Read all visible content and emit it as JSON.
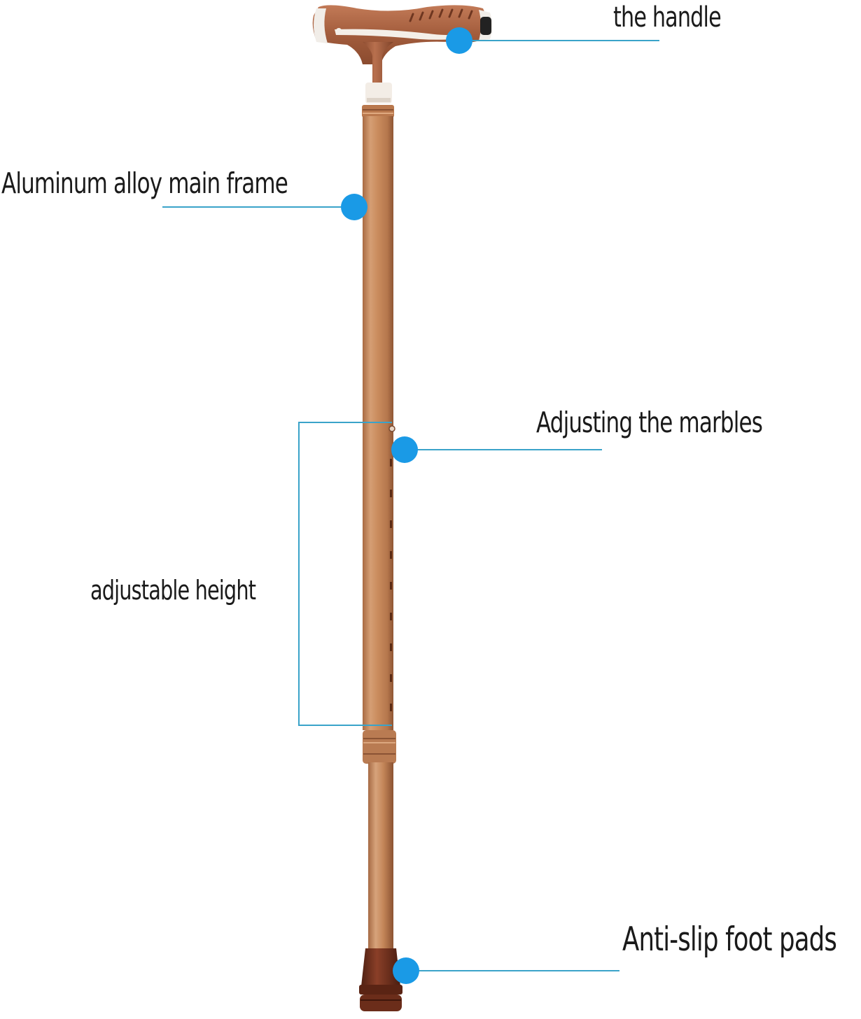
{
  "colors": {
    "callout_dot": "#1a9ae6",
    "callout_line": "#3aa3c9",
    "cane_shaft": "#c68a5c",
    "cane_handle": "#a5603f",
    "foot_pad": "#6a2e1e",
    "label_text": "#1a1a1a",
    "background": "#ffffff"
  },
  "labels": {
    "handle": "the handle",
    "main_frame": "Aluminum alloy main frame",
    "marbles": "Adjusting the marbles",
    "height": "adjustable height",
    "foot_pads": "Anti-slip foot pads"
  },
  "icons": [
    "walking-cane-illustration",
    "callout-dot"
  ]
}
